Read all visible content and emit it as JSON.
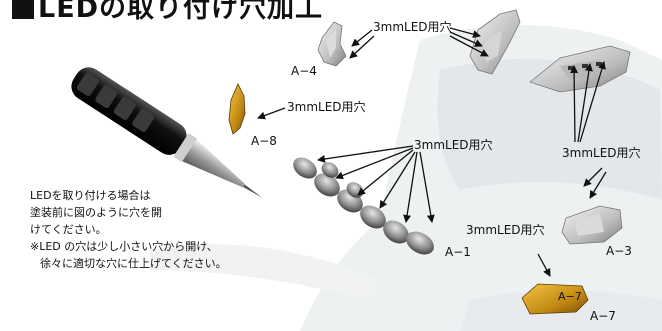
{
  "heading": "LEDの取り付け穴加工",
  "labels": {
    "hole_top": "3mmLED用穴",
    "hole_a8": "3mmLED用穴",
    "hole_a1": "3mmLED用穴",
    "hole_right": "3mmLED用穴",
    "hole_a7": "3mmLED用穴"
  },
  "parts": {
    "a4": "A−4",
    "a8": "A−8",
    "a1": "A−1",
    "a3": "A−3",
    "a7": "A−7",
    "a7_inner": "A−7"
  },
  "note": [
    "LEDを取り付ける場合は",
    "塗装前に図のように穴を開",
    "けてください。",
    "※LED の穴は少し小さい穴から開け、",
    "徐々に適切な穴に仕上げてください。"
  ]
}
